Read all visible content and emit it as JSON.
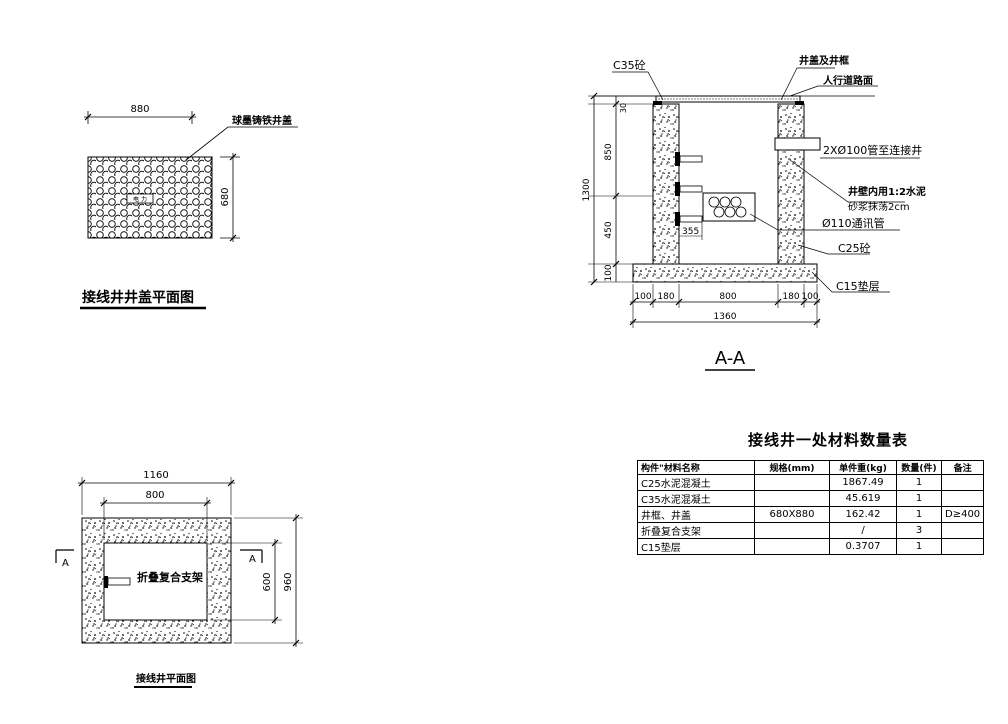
{
  "cover_plan": {
    "dim_width": "880",
    "dim_height": "680",
    "leader_label": "球墨铸铁井盖",
    "center_mark": "电 力",
    "title": "接线井井盖平面图"
  },
  "section": {
    "label_c35": "C35砼",
    "label_cover_frame": "井盖及井框",
    "label_pavement": "人行道路面",
    "label_pipe": "2XØ100管至连接井",
    "label_wall_plaster_1": "井壁内用1:2水泥",
    "label_wall_plaster_2": "砂浆抹荡2cm",
    "label_conduit": "Ø110通讯管",
    "label_c25": "C25砼",
    "label_c15": "C15垫层",
    "dim_total_height": "1300",
    "dim_30": "30",
    "dim_850": "850",
    "dim_450": "450",
    "dim_100_v": "100",
    "dim_355": "355",
    "dim_100_left": "100",
    "dim_180_left": "180",
    "dim_800": "800",
    "dim_180_right": "180",
    "dim_100_right": "100",
    "dim_1360": "1360",
    "title": "A-A"
  },
  "well_plan": {
    "dim_1160": "1160",
    "dim_800": "800",
    "dim_600": "600",
    "dim_960": "960",
    "section_mark_left": "A",
    "section_mark_right": "A",
    "bracket_label": "折叠复合支架",
    "title": "接线井平面图"
  },
  "materials": {
    "title": "接线井一处材料数量表",
    "headers": [
      "构件\"材料名称",
      "规格(mm)",
      "单件重(kg)",
      "数量(件)",
      "备注"
    ],
    "rows": [
      [
        "C25水泥混凝土",
        "",
        "1867.49",
        "1",
        ""
      ],
      [
        "C35水泥混凝土",
        "",
        "45.619",
        "1",
        ""
      ],
      [
        "井框、井盖",
        "680X880",
        "162.42",
        "1",
        "D≥400"
      ],
      [
        "折叠复合支架",
        "",
        "/",
        "3",
        ""
      ],
      [
        "C15垫层",
        "",
        "0.3707",
        "1",
        ""
      ]
    ]
  }
}
